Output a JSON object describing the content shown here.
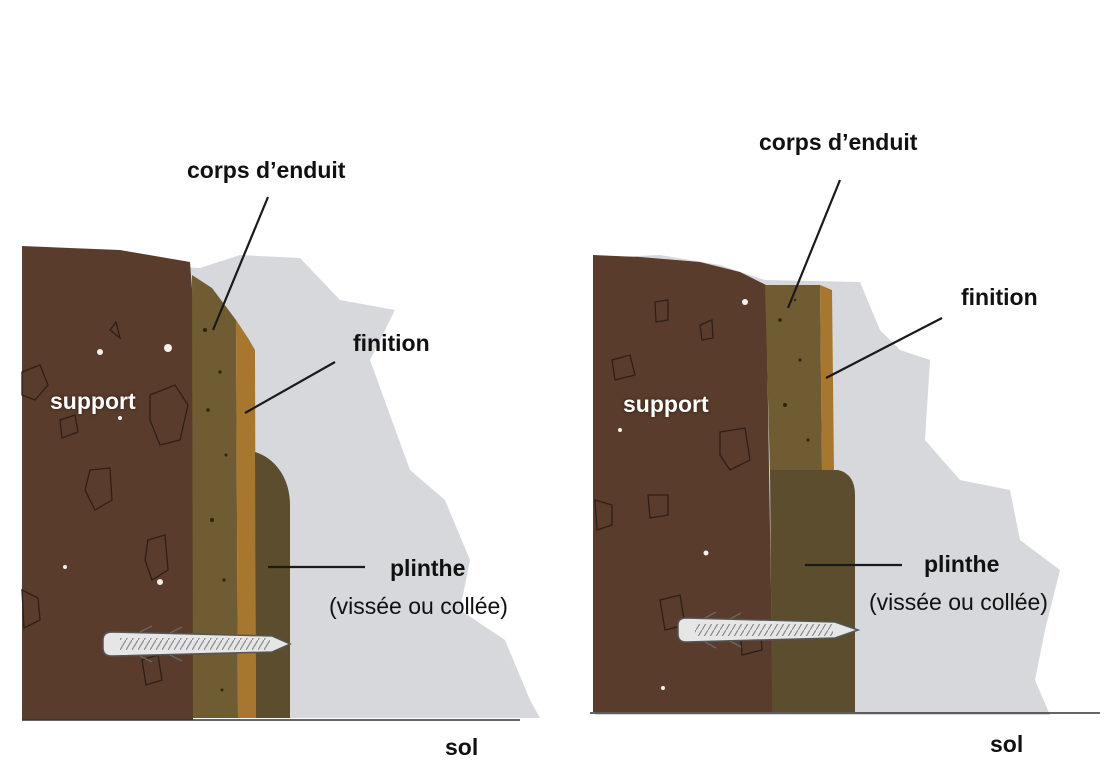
{
  "panels": [
    {
      "id": "left",
      "labels": {
        "corps": "corps d’enduit",
        "finition": "finition",
        "support": "support",
        "plinthe": "plinthe",
        "plinthe_note": "(vissée ou collée)",
        "sol": "sol"
      }
    },
    {
      "id": "right",
      "labels": {
        "corps": "corps d’enduit",
        "finition": "finition",
        "support": "support",
        "plinthe": "plinthe",
        "plinthe_note": "(vissée ou collée)",
        "sol": "sol"
      }
    }
  ],
  "colors": {
    "support": "#5a3c2c",
    "enduit": "#6f5c32",
    "finition": "#a8772f",
    "plinthe": "#5c4d2e",
    "backdrop": "#d7d8dc",
    "leader": "#1a1a1a",
    "screw": "#e6e6e6"
  }
}
